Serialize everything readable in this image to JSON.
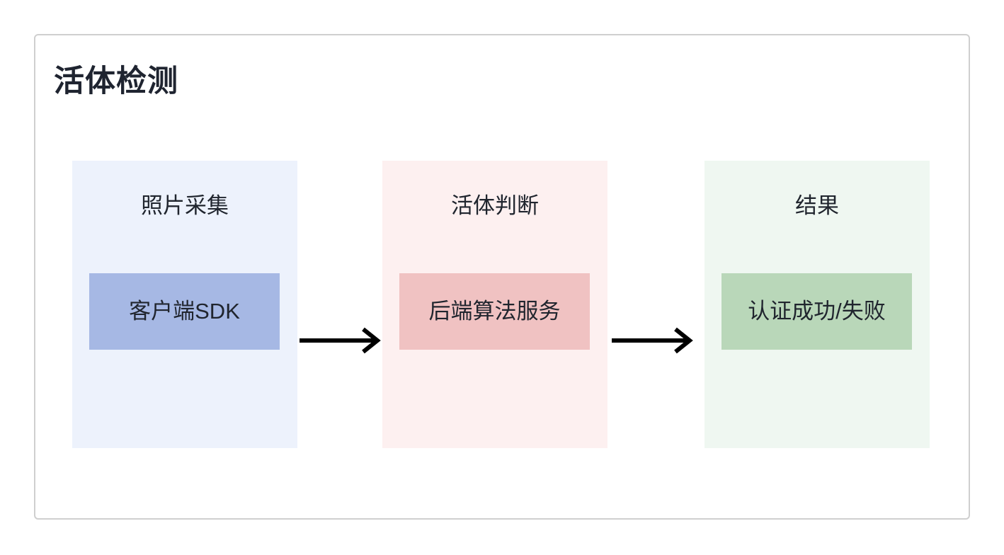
{
  "card": {
    "title": "活体检测",
    "border_color": "#CFCFCF",
    "background": "#FFFFFF"
  },
  "flow": {
    "arrow_icon_name": "arrow-right-icon",
    "arrow_color": "#000000",
    "arrows": [
      {
        "from": "照片采集",
        "to": "活体判断"
      },
      {
        "from": "活体判断",
        "to": "结果"
      }
    ],
    "stages": [
      {
        "header": "照片采集",
        "box_label": "客户端SDK",
        "panel_color": "#EDF2FC",
        "box_color": "#A6B8E4"
      },
      {
        "header": "活体判断",
        "box_label": "后端算法服务",
        "panel_color": "#FDF0F0",
        "box_color": "#F0C2C2"
      },
      {
        "header": "结果",
        "box_label": "认证成功/失败",
        "panel_color": "#EFF7F1",
        "box_color": "#B9D7B9"
      }
    ]
  }
}
